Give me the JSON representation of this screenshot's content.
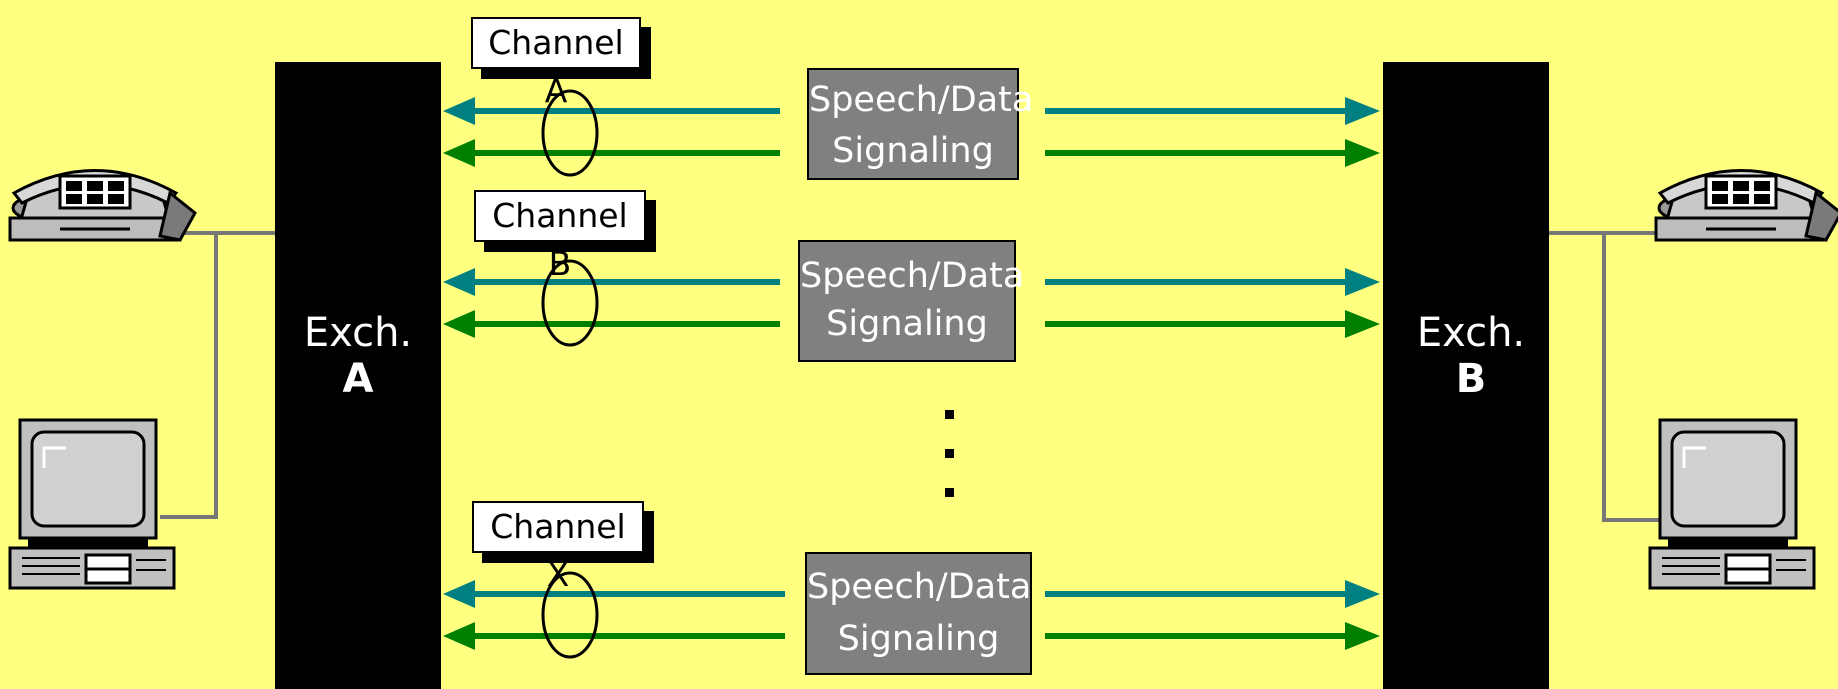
{
  "colors": {
    "background": "#FFFF80",
    "exchange": "#000000",
    "box_gray": "#808080",
    "teal_line": "#008080",
    "green_line": "#008000"
  },
  "exchanges": [
    {
      "name": "Exch.",
      "letter": "A"
    },
    {
      "name": "Exch.",
      "letter": "B"
    }
  ],
  "channels": [
    {
      "label": "Channel A",
      "speech": "Speech/Data",
      "signaling": "Signaling"
    },
    {
      "label": "Channel B",
      "speech": "Speech/Data",
      "signaling": "Signaling"
    },
    {
      "label": "Channel X",
      "speech": "Speech/Data",
      "signaling": "Signaling"
    }
  ],
  "icons": {
    "phone": "telephone-icon",
    "computer": "computer-icon",
    "ellipsis": "vertical-ellipsis"
  }
}
